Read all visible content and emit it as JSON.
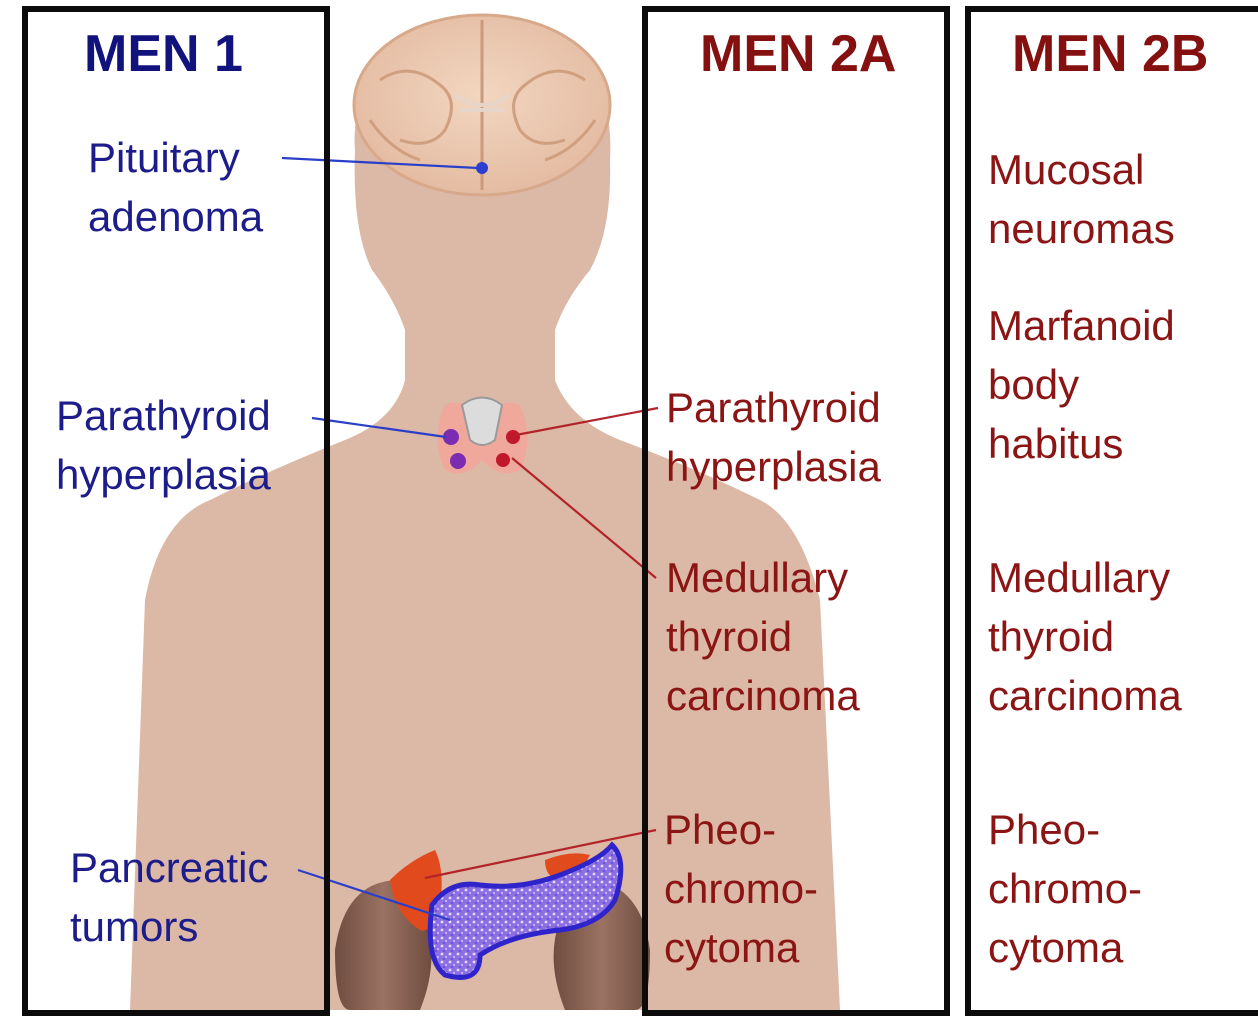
{
  "colors": {
    "men1_text": "#1c1c8a",
    "men2_text": "#8b1414",
    "panel_border": "#0b0b0b",
    "body_skin": "#dcb8a6",
    "brain": "#ecc9b2",
    "pancreas": "#6d4bd8",
    "adrenal": "#e14a1d",
    "kidney": "#8a6454",
    "thyroid": "#f0a89c",
    "men1_leader": "#2a3fc9",
    "men2_leader": "#b2232a"
  },
  "icons": [
    "brain-illustration",
    "thyroid-illustration",
    "pancreas-illustration",
    "adrenal-gland-illustration",
    "kidney-illustration",
    "human-silhouette"
  ],
  "men1": {
    "title": "MEN 1",
    "pituitary": [
      "Pituitary",
      "adenoma"
    ],
    "parathyroid": [
      "Parathyroid",
      "hyperplasia"
    ],
    "pancreatic": [
      "Pancreatic",
      "tumors"
    ]
  },
  "men2a": {
    "title": "MEN 2A",
    "parathyroid": [
      "Parathyroid",
      "hyperplasia"
    ],
    "medullary": [
      "Medullary",
      "thyroid",
      "carcinoma"
    ],
    "pheo": [
      "Pheo-",
      "chromo-",
      "cytoma"
    ]
  },
  "men2b": {
    "title": "MEN 2B",
    "mucosal": [
      "Mucosal",
      "neuromas"
    ],
    "marfanoid": [
      "Marfanoid",
      "body",
      "habitus"
    ],
    "medullary": [
      "Medullary",
      "thyroid",
      "carcinoma"
    ],
    "pheo": [
      "Pheo-",
      "chromo-",
      "cytoma"
    ]
  }
}
